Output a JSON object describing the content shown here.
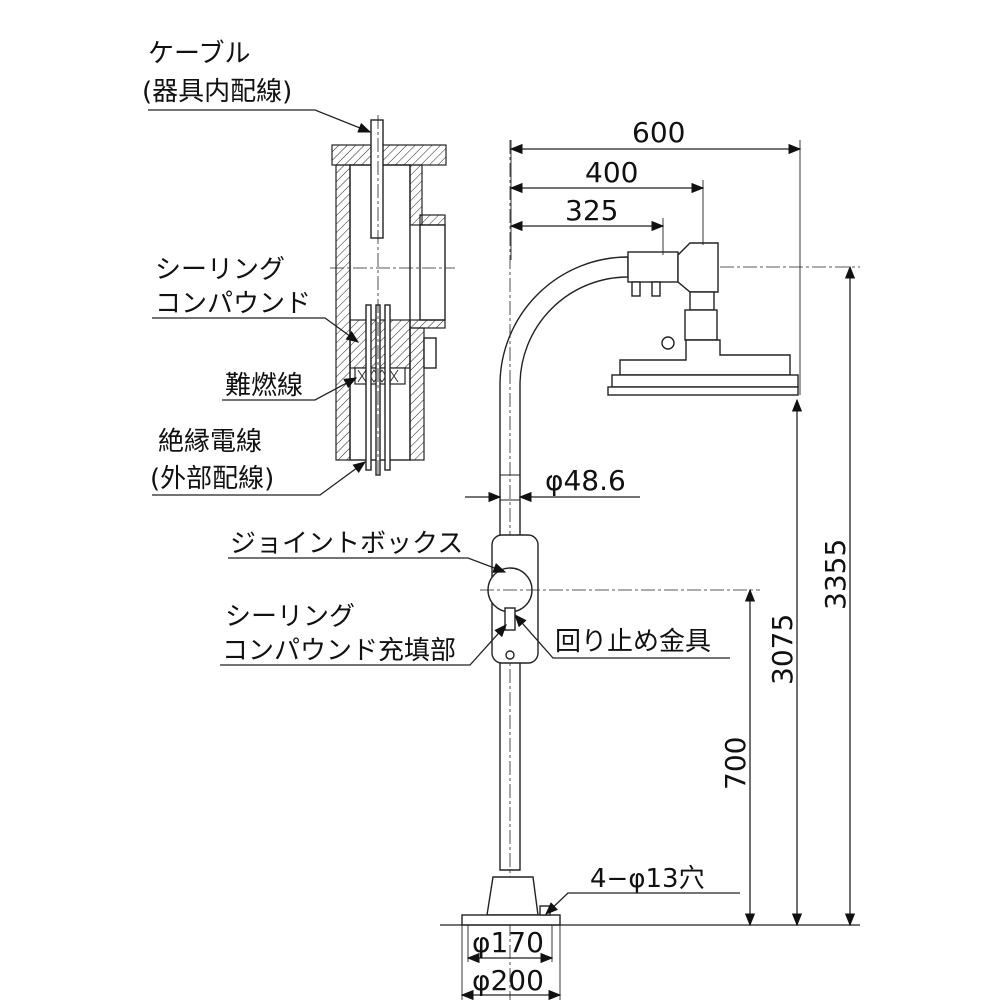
{
  "labels": {
    "cable": "ケーブル",
    "cable_sub": "(器具内配線)",
    "sealing_1": "シーリング",
    "compound_1": "コンパウンド",
    "flame_wire": "難燃線",
    "insulated_wire": "絶縁電線",
    "insulated_wire_sub": "(外部配線)",
    "joint_box": "ジョイントボックス",
    "sealing_2": "シーリング",
    "compound_fill": "コンパウンド充填部",
    "anti_rotation": "回り止め金具",
    "holes": "4−φ13穴"
  },
  "dimensions": {
    "d600": "600",
    "d400": "400",
    "d325": "325",
    "pipe_dia": "φ48.6",
    "h3355": "3355",
    "h3075": "3075",
    "h700": "700",
    "base170": "φ170",
    "base200": "φ200"
  }
}
